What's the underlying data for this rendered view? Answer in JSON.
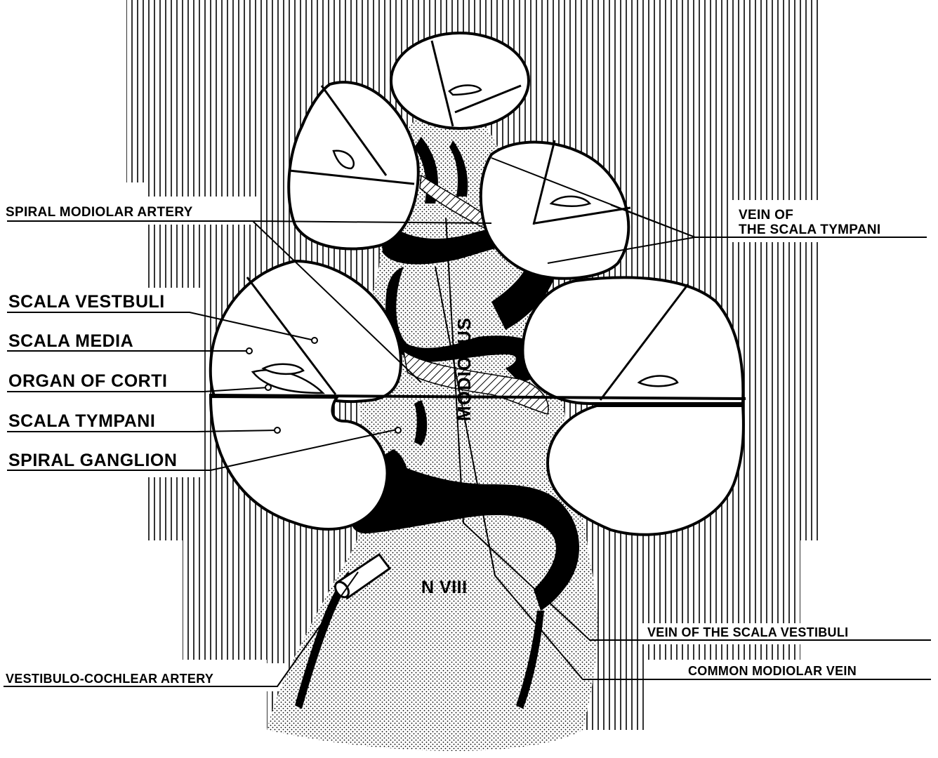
{
  "labels": {
    "spiral_modiolar_artery": "SPIRAL MODIOLAR ARTERY",
    "vein_scala_tympani_line1": "VEIN OF",
    "vein_scala_tympani_line2": "THE SCALA TYMPANI",
    "scala_vestibuli": "SCALA VESTBULI",
    "scala_media": "SCALA MEDIA",
    "organ_of_corti": "ORGAN OF CORTI",
    "scala_tympani": "SCALA TYMPANI",
    "spiral_ganglion": "SPIRAL GANGLION",
    "modiolus": "MODIOLUS",
    "n_viii": "N VIII",
    "vein_scala_vestibuli": "VEIN OF THE SCALA VESTIBULI",
    "common_modiolar_vein": "COMMON MODIOLAR VEIN",
    "vestibulo_cochlear_artery": "VESTIBULO-COCHLEAR ARTERY"
  },
  "colors": {
    "ink": "#000000",
    "paper": "#ffffff"
  }
}
